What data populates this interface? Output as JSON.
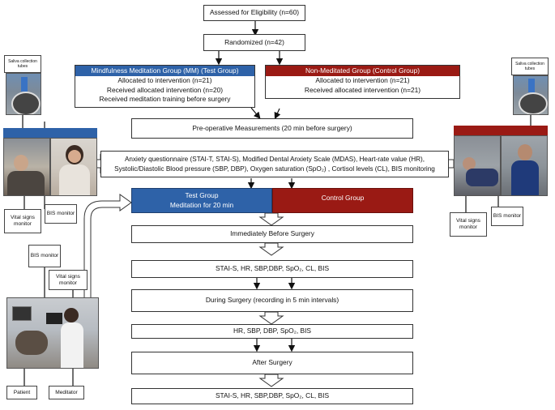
{
  "flow": {
    "assessed": "Assessed for Eligibility (n=60)",
    "randomized": "Randomized (n=42)",
    "mm_group": {
      "title": "Mindfulness Meditation Group (MM) (Test Group)",
      "lines": [
        "Allocated to intervention (n=21)",
        "Received allocated intervention (n=20)",
        "Received meditation training before surgery"
      ]
    },
    "control_group": {
      "title": "Non-Meditated  Group  (Control Group)",
      "lines": [
        "Allocated to intervention (n=21)",
        "Received allocated intervention (n=21)"
      ]
    },
    "preop": "Pre-operative Measurements (20 min before surgery)",
    "measures": {
      "line1": "Anxiety questionnaire (STAI-T, STAI-S), Modified Dental Anxiety Scale (MDAS), Heart-rate value (HR),",
      "line2": "Systolic/Diastolic Blood pressure (SBP, DBP), Oxygen saturation (SpO₂) , Cortisol levels (CL), BIS monitoring"
    },
    "test_group": {
      "line1": "Test Group",
      "line2": "Meditation for 20 min"
    },
    "control_bar": "Control Group",
    "before_surgery": "Immediately Before Surgery",
    "measure_a": "STAI-S, HR, SBP,DBP, SpO₂, CL, BIS",
    "during_surgery": "During Surgery (recording in 5 min intervals)",
    "measure_b": "HR, SBP, DBP, SpO₂, BIS",
    "after_surgery": "After Surgery",
    "measure_c": "STAI-S, HR, SBP,DBP, SpO₂, CL, BIS"
  },
  "labels": {
    "saliva_left": "Saliva collection tubes",
    "saliva_right": "Saliva collection tubes",
    "vital_left": "Vital signs monitor",
    "bis_left": "BIS monitor",
    "vital_right": "Vital signs monitor",
    "bis_right": "BIS monitor",
    "bis_bottom": "BIS monitor",
    "vital_bottom": "Vital signs monitor",
    "patient": "Patient",
    "meditator": "Meditator"
  },
  "colors": {
    "test_blue": "#2e62a8",
    "control_red": "#9a1a14"
  }
}
